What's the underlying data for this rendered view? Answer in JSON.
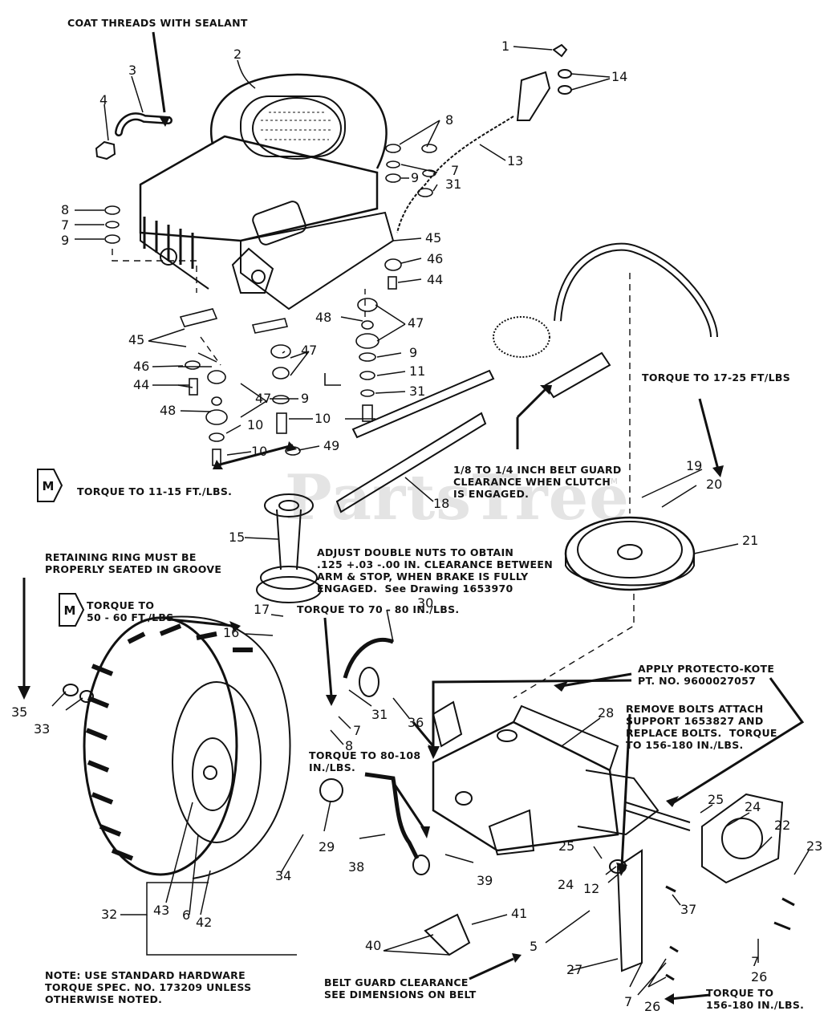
{
  "watermark": "PartsTree",
  "watermark_tm": "TM",
  "badge_letter": "M",
  "notes": {
    "coat_threads": "COAT THREADS WITH SEALANT",
    "torque_17_25": "TORQUE TO 17-25 FT/LBS",
    "belt_guard_clearance_clutch": "1/8 TO 1/4 INCH BELT GUARD\nCLEARANCE WHEN CLUTCH\nIS ENGAGED.",
    "torque_11_15": "TORQUE TO 11-15 FT./LBS.",
    "retaining_ring": "RETAINING RING MUST BE\nPROPERLY SEATED IN GROOVE",
    "adjust_double_nuts": "ADJUST DOUBLE NUTS TO OBTAIN\n.125 +.03 -.00 IN. CLEARANCE BETWEEN\nARM & STOP, WHEN BRAKE IS FULLY\nENGAGED.  See Drawing 1653970",
    "torque_50_60": "TORQUE TO\n50 - 60 FT./LBS.",
    "torque_70_80": "TORQUE TO 70 - 80 IN./LBS.",
    "apply_protecto_kote": "APPLY PROTECTO-KOTE\nPT. NO. 9600027057",
    "remove_bolts": "REMOVE BOLTS ATTACH\nSUPPORT 1653827 AND\nREPLACE BOLTS.  TORQUE\nTO 156-180 IN./LBS.",
    "torque_80_108": "TORQUE TO 80-108\nIN./LBS.",
    "standard_hardware": "NOTE: USE STANDARD HARDWARE\nTORQUE SPEC. NO. 173209 UNLESS\nOTHERWISE NOTED.",
    "belt_guard_dimensions": "BELT GUARD CLEARANCE\nSEE DIMENSIONS ON BELT",
    "torque_156_180": "TORQUE TO\n156-180 IN./LBS."
  },
  "callouts": [
    "1",
    "14",
    "2",
    "3",
    "4",
    "8",
    "7",
    "9",
    "31",
    "13",
    "8",
    "7",
    "9",
    "45",
    "46",
    "44",
    "48",
    "47",
    "45",
    "46",
    "44",
    "47",
    "9",
    "11",
    "31",
    "48",
    "47",
    "9",
    "10",
    "10",
    "10",
    "49",
    "18",
    "19",
    "20",
    "21",
    "15",
    "17",
    "16",
    "30",
    "35",
    "33",
    "31",
    "7",
    "8",
    "36",
    "28",
    "25",
    "24",
    "22",
    "23",
    "25",
    "24",
    "12",
    "37",
    "29",
    "38",
    "39",
    "41",
    "40",
    "5",
    "27",
    "7",
    "26",
    "7",
    "26",
    "32",
    "43",
    "6",
    "42",
    "34"
  ]
}
